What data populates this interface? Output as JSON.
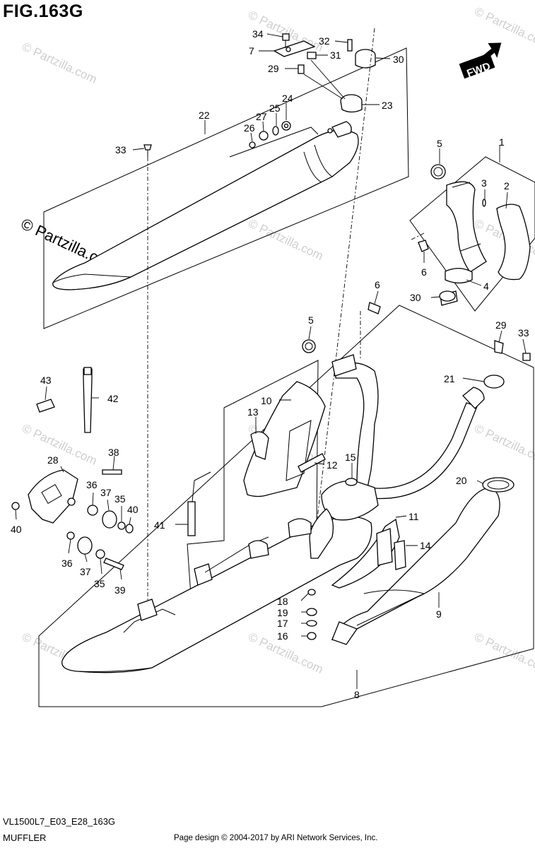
{
  "figure_title": "FIG.163G",
  "model_code": "VL1500L7_E03_E28_163G",
  "section_name": "MUFFLER",
  "page_credit": "Page design © 2004-2017 by ARI Network Services, Inc.",
  "watermark": "© Partzilla.com",
  "fwd_label": "FWD",
  "callouts": [
    "1",
    "2",
    "3",
    "4",
    "5",
    "5",
    "6",
    "6",
    "7",
    "8",
    "9",
    "10",
    "11",
    "12",
    "13",
    "14",
    "15",
    "16",
    "17",
    "18",
    "19",
    "20",
    "21",
    "22",
    "23",
    "24",
    "25",
    "26",
    "27",
    "28",
    "29",
    "29",
    "30",
    "30",
    "31",
    "32",
    "33",
    "33",
    "34",
    "35",
    "35",
    "36",
    "36",
    "37",
    "37",
    "38",
    "39",
    "40",
    "40",
    "41",
    "42",
    "43"
  ]
}
